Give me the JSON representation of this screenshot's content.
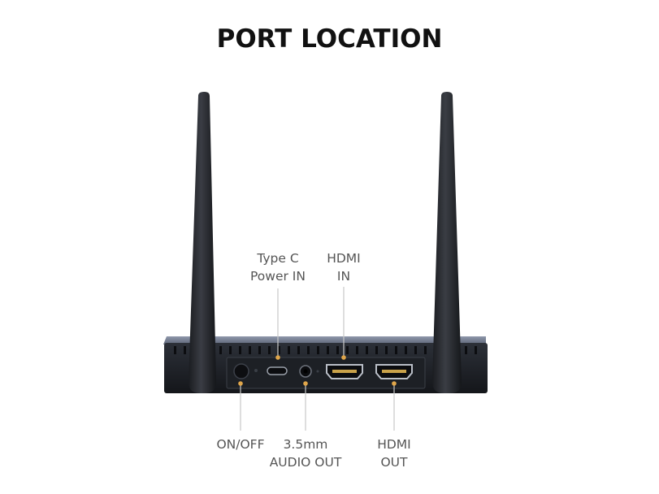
{
  "title": "PORT LOCATION",
  "labels": {
    "type_c_line1": "Type C",
    "type_c_line2": "Power IN",
    "hdmi_in_line1": "HDMI",
    "hdmi_in_line2": "IN",
    "on_off": "ON/OFF",
    "audio_line1": "3.5mm",
    "audio_line2": "AUDIO OUT",
    "hdmi_out_line1": "HDMI",
    "hdmi_out_line2": "OUT"
  },
  "colors": {
    "leader_dot": "#e0a64a",
    "leader_line": "#c9c9c9",
    "label_text": "#555555"
  }
}
